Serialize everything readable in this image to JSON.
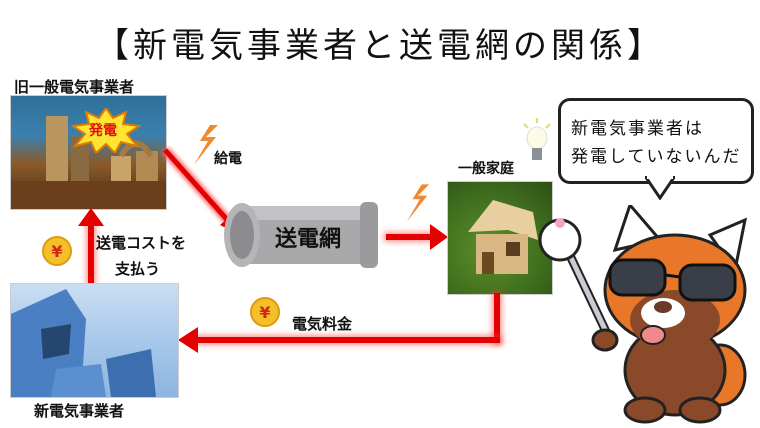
{
  "title": "【新電気事業者と送電網の関係】",
  "nodes": {
    "old_utility": {
      "label": "旧一般電気事業者",
      "badge": "発電",
      "image": "factory-photo"
    },
    "grid": {
      "label": "送電網",
      "image": "pipe-illustration"
    },
    "household": {
      "label": "一般家庭",
      "image": "wooden-house-on-grass-photo"
    },
    "new_utility": {
      "label": "新電気事業者",
      "image": "office-buildings-photo"
    }
  },
  "flows": {
    "supply": {
      "label": "給電",
      "icon": "lightning-icon"
    },
    "supply_to_home": {
      "icon": "lightning-icon"
    },
    "transmission_cost": {
      "line1": "送電コストを",
      "line2": "支払う",
      "icon": "yen-icon"
    },
    "electricity_fee": {
      "label": "電気料金",
      "icon": "yen-icon"
    }
  },
  "speech_bubble": {
    "line1": "新電気事業者は",
    "line2": "発電していないんだ"
  },
  "yen_symbol": "¥",
  "colors": {
    "arrow": "#e20000",
    "lightning": "#f08a30",
    "yen_coin": "#f4c02a",
    "yen_text": "#d2261a",
    "pipe": "#a9a9ab"
  }
}
